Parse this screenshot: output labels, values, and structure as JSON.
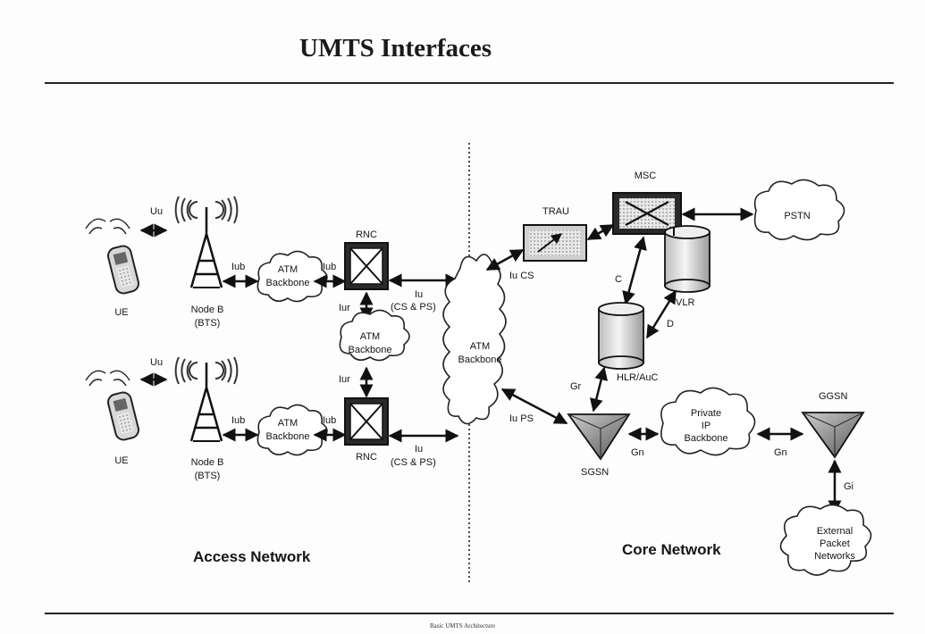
{
  "title": "UMTS Interfaces",
  "footer": "Basic UMTS Architecture",
  "labels": {
    "ue": "UE",
    "node_b_line1": "Node B",
    "node_b_line2": "(BTS)",
    "uu": "Uu",
    "iub": "Iub",
    "atm_line1": "ATM",
    "atm_line2": "Backbone",
    "rnc": "RNC",
    "iur": "Iur",
    "iu_line1": "Iu",
    "iu_line2": "(CS & PS)",
    "iu_cs": "Iu CS",
    "iu_ps": "Iu PS",
    "trau": "TRAU",
    "msc": "MSC",
    "pstn": "PSTN",
    "vlr": "VLR",
    "hlr": "HLR/AuC",
    "c": "C",
    "d": "D",
    "gr": "Gr",
    "sgsn": "SGSN",
    "gn": "Gn",
    "ggsn": "GGSN",
    "gi": "Gi",
    "private_line1": "Private",
    "private_line2": "IP",
    "private_line3": "Backbone",
    "external_line1": "External",
    "external_line2": "Packet",
    "external_line3": "Networks",
    "access_network": "Access Network",
    "core_network": "Core Network"
  }
}
